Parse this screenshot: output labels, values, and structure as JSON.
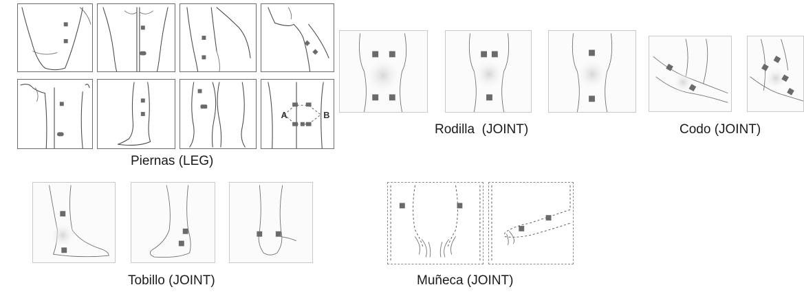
{
  "groups": {
    "legs": {
      "caption": "Piernas (LEG)",
      "marker_a": "A",
      "marker_b": "B"
    },
    "knee": {
      "caption": "Rodilla  (JOINT)"
    },
    "elbow": {
      "caption": "Codo (JOINT)"
    },
    "ankle": {
      "caption": "Tobillo (JOINT)"
    },
    "wrist": {
      "caption": "Muñeca (JOINT)"
    }
  },
  "colors": {
    "pad": "#6a6a6a",
    "outline": "#4a4a4a",
    "frame": "#6b6b6b",
    "glow": "#d8d8d8"
  }
}
